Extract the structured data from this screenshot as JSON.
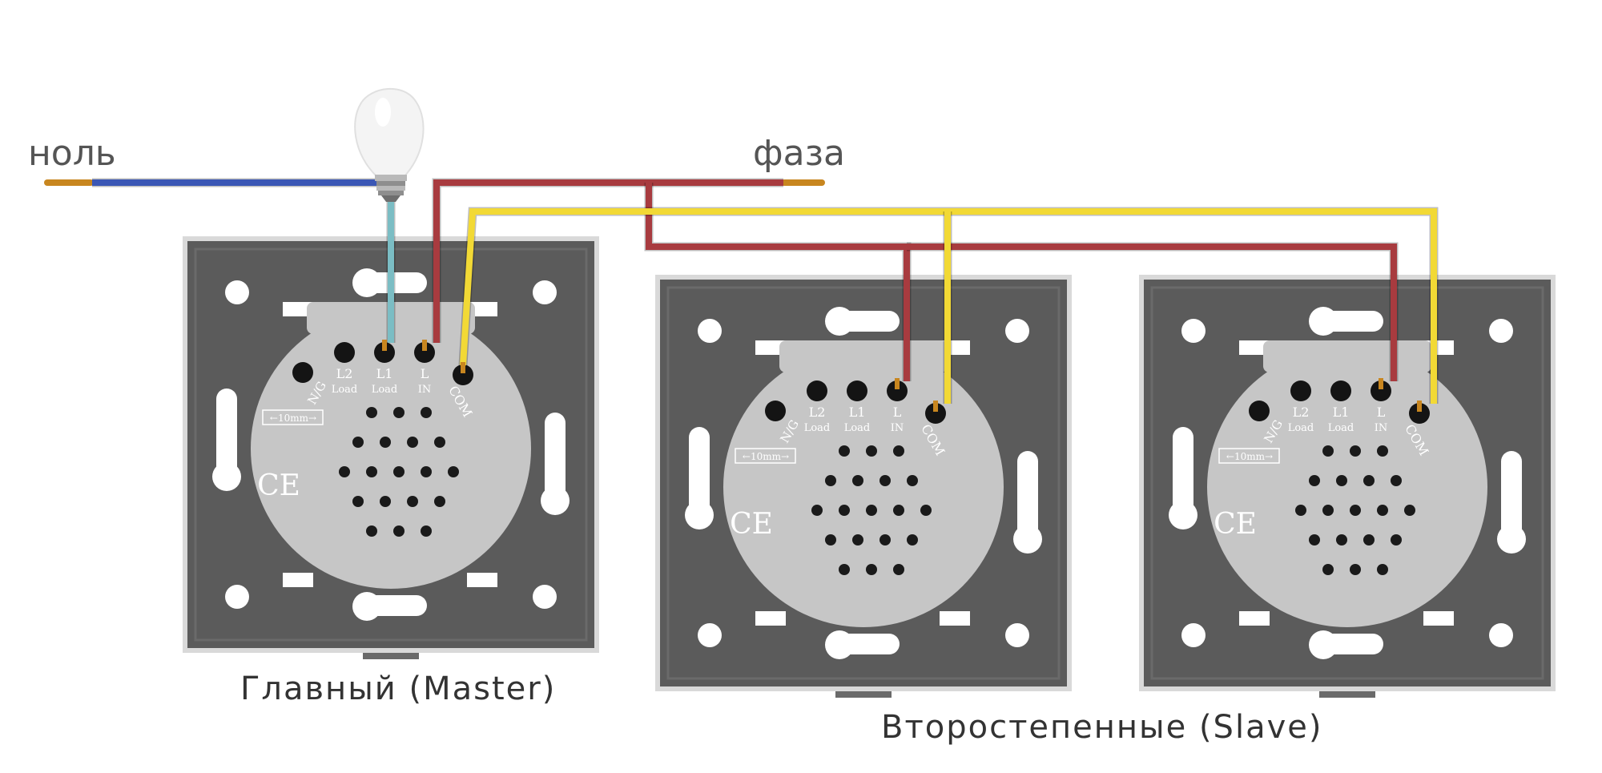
{
  "labels": {
    "neutral": "ноль",
    "phase": "фаза",
    "master": "Главный (Master)",
    "slave": "Второстепенные (Slave)"
  },
  "terminals": [
    "N/G",
    "L2",
    "L1",
    "L",
    "COM"
  ],
  "terminal_sublabels": [
    "Load",
    "Load",
    "IN"
  ],
  "module_marks": {
    "spacing": "←10mm→",
    "cert": "CE"
  },
  "colors": {
    "neutral_wire": "#3b57b5",
    "phase_wire": "#a83b3f",
    "com_wire": "#f2d935",
    "load_wire": "#7bbdc4",
    "frame": "#5b5b5b",
    "module": "#c6c6c6"
  },
  "icons": [
    "light-bulb-icon",
    "ce-mark-icon"
  ]
}
